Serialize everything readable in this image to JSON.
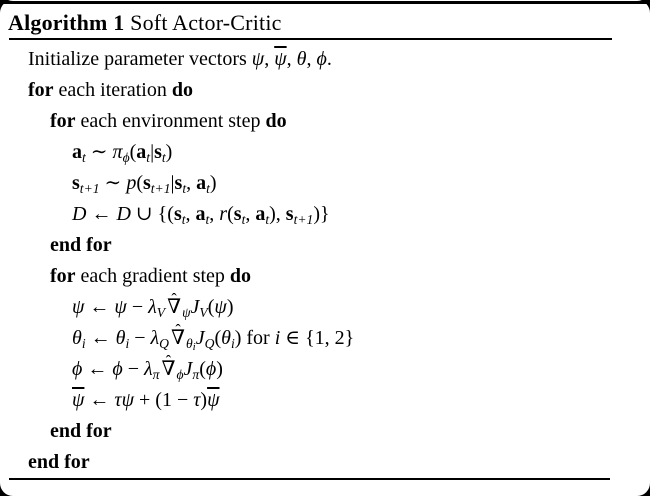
{
  "page": {
    "background_color": "#ffffff",
    "text_color": "#000000",
    "frame_color": "#000000"
  },
  "header": {
    "tokens": [
      {
        "t": "Algorithm 1",
        "s": "b"
      },
      {
        "t": " Soft Actor-Critic"
      }
    ]
  },
  "algorithm": {
    "lines": [
      {
        "indent": 0,
        "tokens": [
          {
            "t": "Initialize parameter vectors "
          },
          {
            "t": "ψ",
            "s": "i"
          },
          {
            "t": ", "
          },
          {
            "t": "ψ",
            "s": "i ov"
          },
          {
            "t": ", "
          },
          {
            "t": "θ",
            "s": "i"
          },
          {
            "t": ", "
          },
          {
            "t": "ϕ",
            "s": "i"
          },
          {
            "t": "."
          }
        ]
      },
      {
        "indent": 0,
        "tokens": [
          {
            "t": "for",
            "s": "b"
          },
          {
            "t": " each iteration "
          },
          {
            "t": "do",
            "s": "b"
          }
        ]
      },
      {
        "indent": 1,
        "tokens": [
          {
            "t": "for",
            "s": "b"
          },
          {
            "t": " each environment step "
          },
          {
            "t": "do",
            "s": "b"
          }
        ]
      },
      {
        "indent": 2,
        "tokens": [
          {
            "t": "a",
            "s": "b"
          },
          {
            "t": "t",
            "s": "i sub"
          },
          {
            "t": " ∼ "
          },
          {
            "t": "π",
            "s": "i"
          },
          {
            "t": "ϕ",
            "s": "i sub"
          },
          {
            "t": "("
          },
          {
            "t": "a",
            "s": "b"
          },
          {
            "t": "t",
            "s": "i sub"
          },
          {
            "t": "|"
          },
          {
            "t": "s",
            "s": "b"
          },
          {
            "t": "t",
            "s": "i sub"
          },
          {
            "t": ")"
          }
        ]
      },
      {
        "indent": 2,
        "tokens": [
          {
            "t": "s",
            "s": "b"
          },
          {
            "t": "t+1",
            "s": "i sub"
          },
          {
            "t": " ∼ "
          },
          {
            "t": "p",
            "s": "i"
          },
          {
            "t": "("
          },
          {
            "t": "s",
            "s": "b"
          },
          {
            "t": "t+1",
            "s": "i sub"
          },
          {
            "t": "|"
          },
          {
            "t": "s",
            "s": "b"
          },
          {
            "t": "t",
            "s": "i sub"
          },
          {
            "t": ", "
          },
          {
            "t": "a",
            "s": "b"
          },
          {
            "t": "t",
            "s": "i sub"
          },
          {
            "t": ")"
          }
        ]
      },
      {
        "indent": 2,
        "tokens": [
          {
            "t": "D",
            "s": "scr"
          },
          {
            "t": " ← "
          },
          {
            "t": "D",
            "s": "scr"
          },
          {
            "t": " ∪ {("
          },
          {
            "t": "s",
            "s": "b"
          },
          {
            "t": "t",
            "s": "i sub"
          },
          {
            "t": ", "
          },
          {
            "t": "a",
            "s": "b"
          },
          {
            "t": "t",
            "s": "i sub"
          },
          {
            "t": ", "
          },
          {
            "t": "r",
            "s": "i"
          },
          {
            "t": "("
          },
          {
            "t": "s",
            "s": "b"
          },
          {
            "t": "t",
            "s": "i sub"
          },
          {
            "t": ", "
          },
          {
            "t": "a",
            "s": "b"
          },
          {
            "t": "t",
            "s": "i sub"
          },
          {
            "t": "), "
          },
          {
            "t": "s",
            "s": "b"
          },
          {
            "t": "t+1",
            "s": "i sub"
          },
          {
            "t": ")}"
          }
        ]
      },
      {
        "indent": 1,
        "tokens": [
          {
            "t": "end for",
            "s": "b"
          }
        ]
      },
      {
        "indent": 1,
        "tokens": [
          {
            "t": "for",
            "s": "b"
          },
          {
            "t": " each gradient step "
          },
          {
            "t": "do",
            "s": "b"
          }
        ]
      },
      {
        "indent": 2,
        "tokens": [
          {
            "t": "ψ",
            "s": "i"
          },
          {
            "t": " ← "
          },
          {
            "t": "ψ",
            "s": "i"
          },
          {
            "t": " − "
          },
          {
            "t": "λ",
            "s": "i"
          },
          {
            "t": "V",
            "s": "i sub"
          },
          {
            "t": "∇",
            "s": "hat"
          },
          {
            "t": "ψ",
            "s": "i sub"
          },
          {
            "t": "J",
            "s": "i"
          },
          {
            "t": "V",
            "s": "i sub"
          },
          {
            "t": "("
          },
          {
            "t": "ψ",
            "s": "i"
          },
          {
            "t": ")"
          }
        ]
      },
      {
        "indent": 2,
        "tokens": [
          {
            "t": "θ",
            "s": "i"
          },
          {
            "t": "i",
            "s": "i sub"
          },
          {
            "t": " ← "
          },
          {
            "t": "θ",
            "s": "i"
          },
          {
            "t": "i",
            "s": "i sub"
          },
          {
            "t": " − "
          },
          {
            "t": "λ",
            "s": "i"
          },
          {
            "t": "Q",
            "s": "i sub"
          },
          {
            "t": "∇",
            "s": "hat"
          },
          {
            "t": "θ",
            "s": "i sub"
          },
          {
            "t": "i",
            "s": "i sub2"
          },
          {
            "t": "J",
            "s": "i"
          },
          {
            "t": "Q",
            "s": "i sub"
          },
          {
            "t": "("
          },
          {
            "t": "θ",
            "s": "i"
          },
          {
            "t": "i",
            "s": "i sub"
          },
          {
            "t": ") for "
          },
          {
            "t": "i",
            "s": "i"
          },
          {
            "t": " ∈ {1, 2}"
          }
        ]
      },
      {
        "indent": 2,
        "tokens": [
          {
            "t": "ϕ",
            "s": "i"
          },
          {
            "t": " ← "
          },
          {
            "t": "ϕ",
            "s": "i"
          },
          {
            "t": " − "
          },
          {
            "t": "λ",
            "s": "i"
          },
          {
            "t": "π",
            "s": "i sub"
          },
          {
            "t": "∇",
            "s": "hat"
          },
          {
            "t": "ϕ",
            "s": "i sub"
          },
          {
            "t": "J",
            "s": "i"
          },
          {
            "t": "π",
            "s": "i sub"
          },
          {
            "t": "("
          },
          {
            "t": "ϕ",
            "s": "i"
          },
          {
            "t": ")"
          }
        ]
      },
      {
        "indent": 2,
        "tokens": [
          {
            "t": "ψ",
            "s": "i ov"
          },
          {
            "t": " ← "
          },
          {
            "t": "τψ",
            "s": "i"
          },
          {
            "t": " + (1 − "
          },
          {
            "t": "τ",
            "s": "i"
          },
          {
            "t": ")"
          },
          {
            "t": "ψ",
            "s": "i ov"
          }
        ]
      },
      {
        "indent": 1,
        "tokens": [
          {
            "t": "end for",
            "s": "b"
          }
        ]
      },
      {
        "indent": 0,
        "tokens": [
          {
            "t": "end for",
            "s": "b"
          }
        ]
      }
    ]
  }
}
